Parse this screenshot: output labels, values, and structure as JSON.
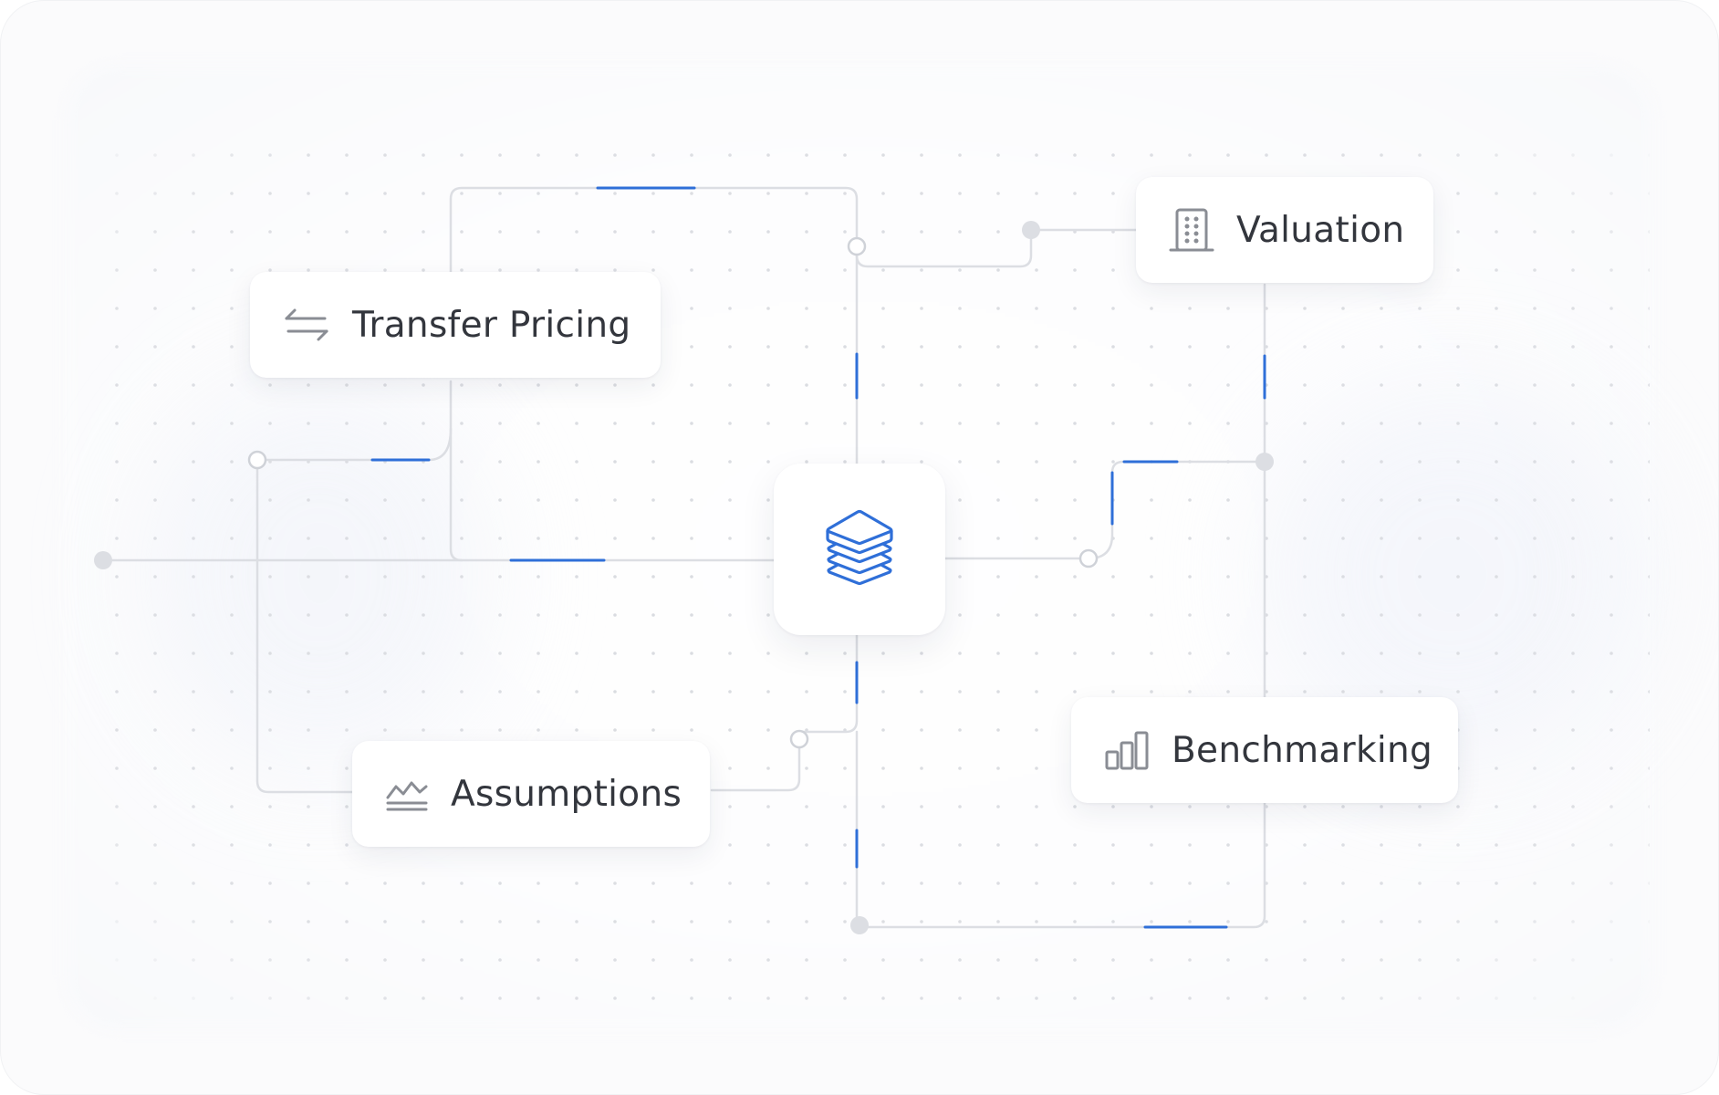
{
  "nodes": {
    "transfer_pricing": {
      "label": "Transfer Pricing",
      "icon": "arrows-exchange-icon"
    },
    "valuation": {
      "label": "Valuation",
      "icon": "building-icon"
    },
    "assumptions": {
      "label": "Assumptions",
      "icon": "line-chart-icon"
    },
    "benchmarking": {
      "label": "Benchmarking",
      "icon": "bar-chart-icon"
    },
    "hub": {
      "icon": "layers-stack-icon"
    }
  },
  "colors": {
    "accent": "#2f6fd8",
    "wire": "#dcdee3",
    "dot": "#d9dbe0",
    "text": "#33363d",
    "icon_gray": "#8a8d94"
  }
}
